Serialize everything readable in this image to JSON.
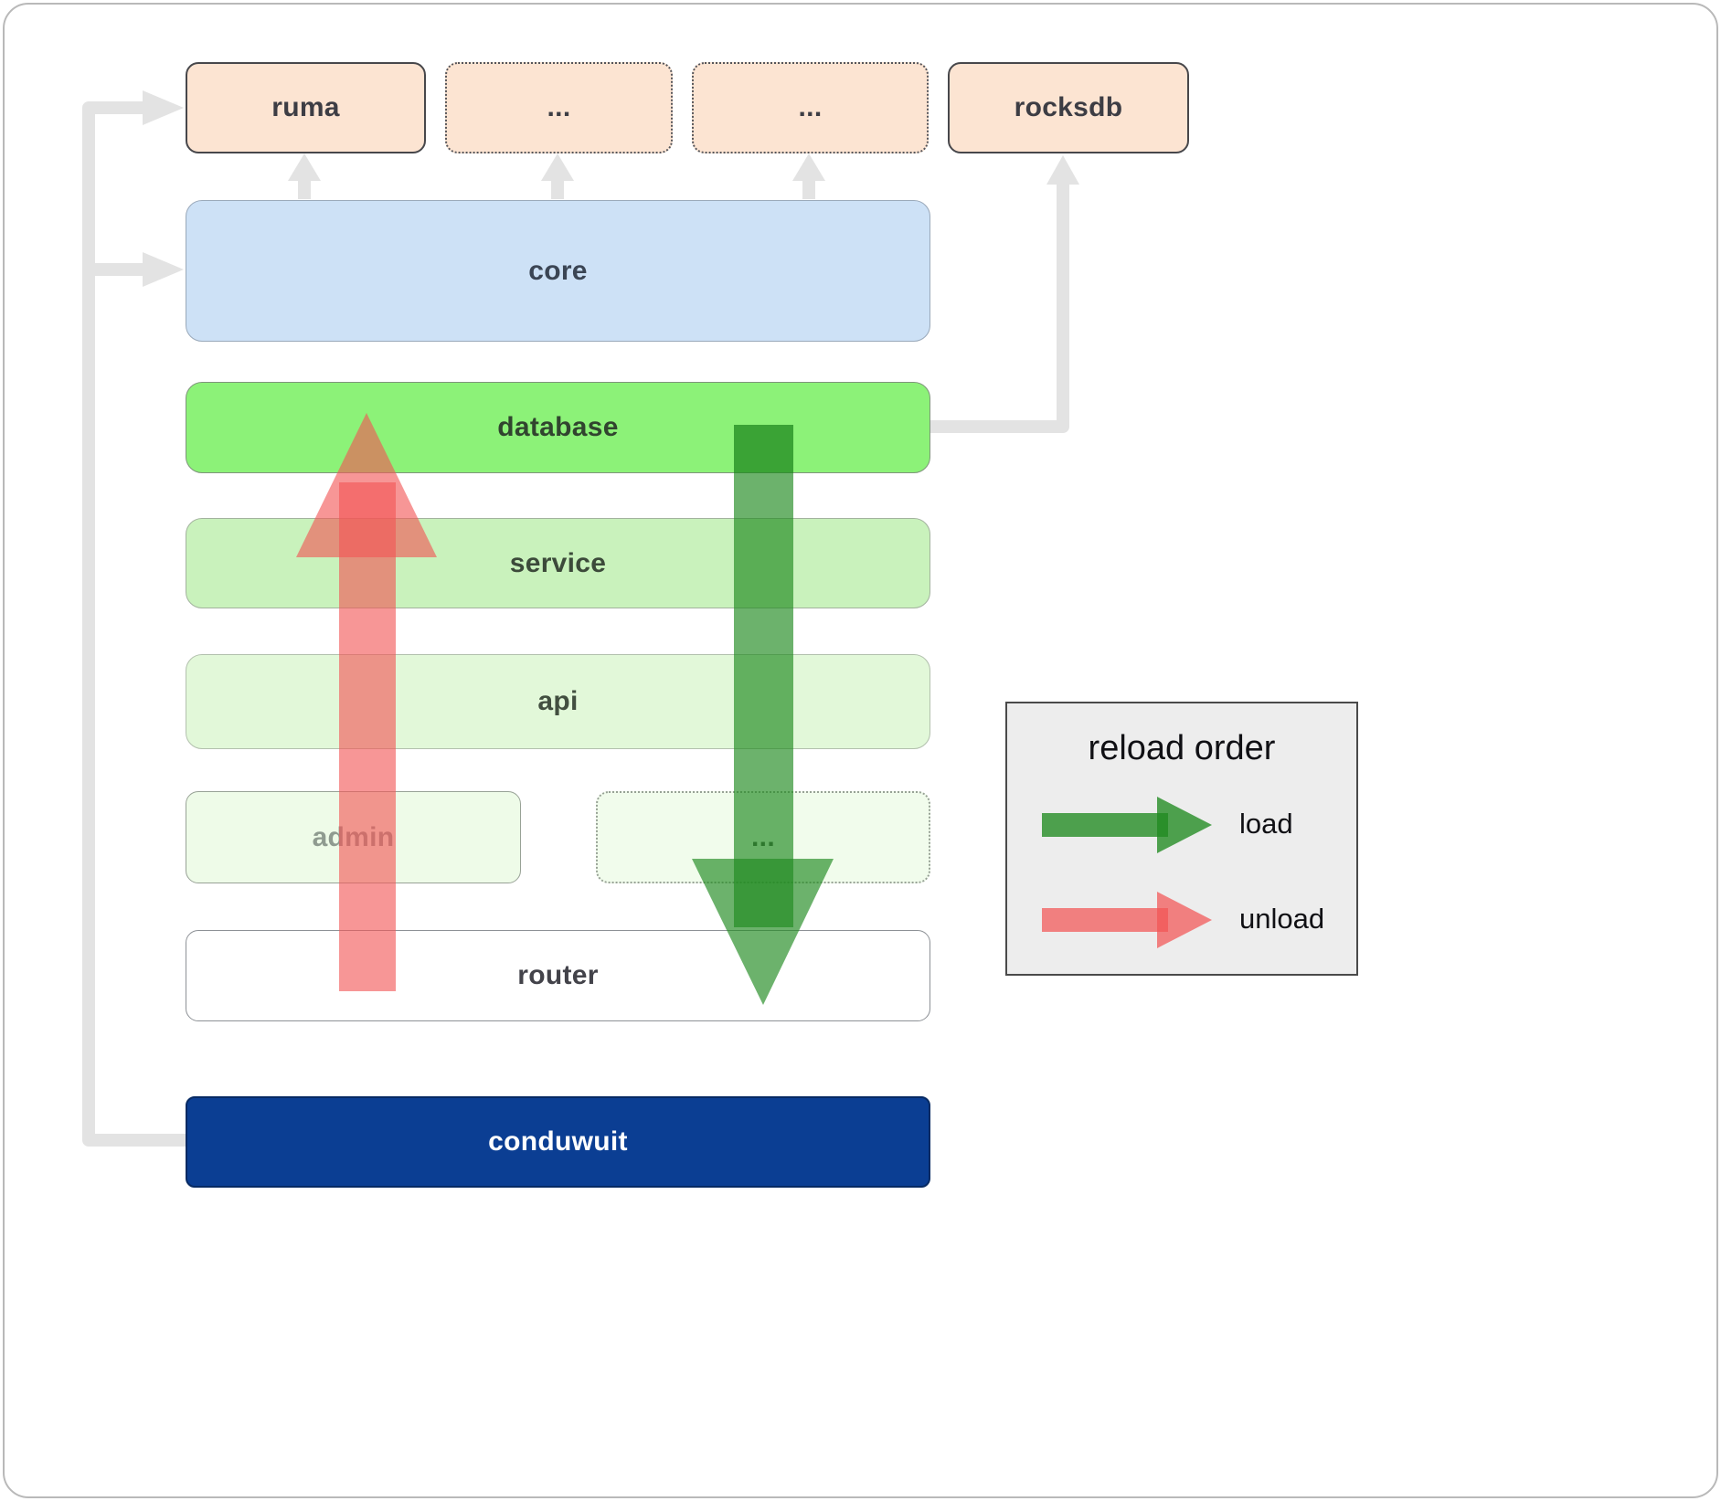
{
  "boxes": {
    "ruma": {
      "label": "ruma"
    },
    "ext1": {
      "label": "..."
    },
    "ext2": {
      "label": "..."
    },
    "rocksdb": {
      "label": "rocksdb"
    },
    "core": {
      "label": "core"
    },
    "database": {
      "label": "database"
    },
    "service": {
      "label": "service"
    },
    "api": {
      "label": "api"
    },
    "admin": {
      "label": "admin"
    },
    "misc": {
      "label": "..."
    },
    "router": {
      "label": "router"
    },
    "conduwuit": {
      "label": "conduwuit"
    }
  },
  "legend": {
    "title": "reload order",
    "load_label": "load",
    "unload_label": "unload"
  },
  "colors": {
    "load_arrow": "#208a20",
    "unload_arrow": "#f25555",
    "connector_gray": "#e3e3e3",
    "conduwuit_bg": "#0b3e93",
    "database_green": "#8cf278",
    "core_blue": "#cde1f6",
    "module_peach": "#fce4d2"
  }
}
